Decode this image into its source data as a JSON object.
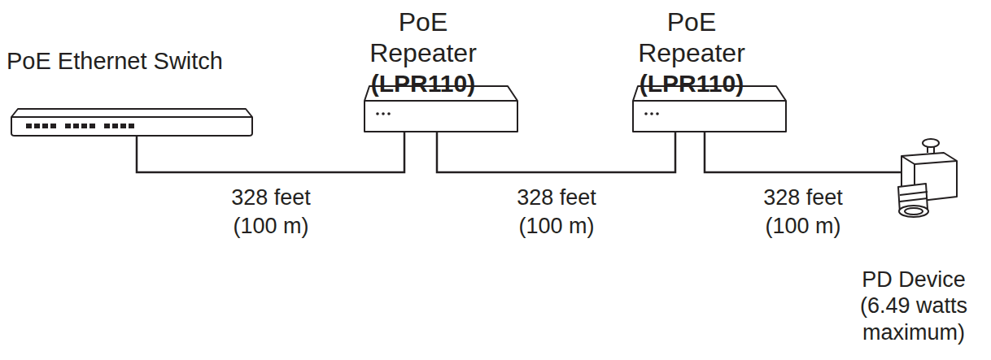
{
  "diagram": {
    "nodes": [
      {
        "text": [
          "PoE Ethernet Switch"
        ]
      },
      {
        "text": [
          "PoE Repeater",
          "(LPR110)"
        ]
      },
      {
        "text": [
          "PoE Repeater",
          "(LPR110)"
        ]
      },
      {
        "text": [
          "PD Device (6.49 watts maximum)"
        ]
      }
    ],
    "edges": [
      {
        "from": 0,
        "to": 1,
        "label": "328 feet (100 m)",
        "arrow": "none"
      },
      {
        "from": 1,
        "to": 2,
        "label": "328 feet (100 m)",
        "arrow": "none"
      },
      {
        "from": 2,
        "to": 3,
        "label": "328 feet (100 m)",
        "arrow": "none"
      }
    ]
  }
}
